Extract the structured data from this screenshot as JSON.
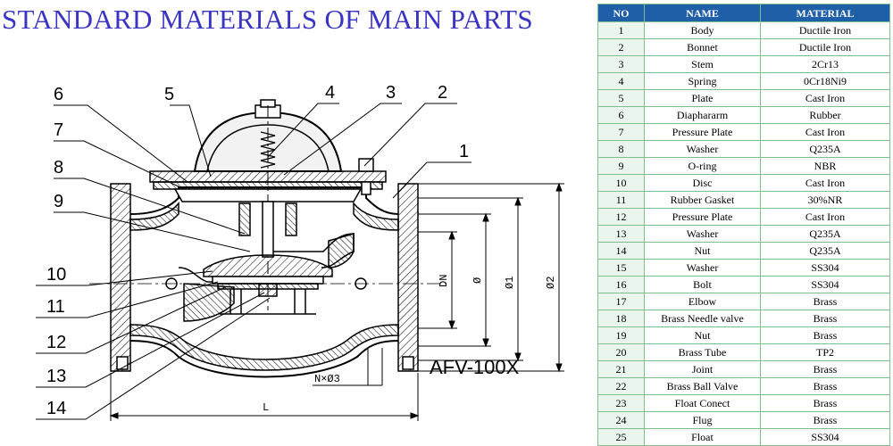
{
  "page": {
    "title": "STANDARD MATERIALS OF MAIN PARTS",
    "model": "AFV-100X",
    "title_color": "#3a34c4",
    "header_color": "#1f5fa8"
  },
  "drawing": {
    "callouts": [
      "1",
      "2",
      "3",
      "4",
      "5",
      "6",
      "7",
      "8",
      "9",
      "10",
      "11",
      "12",
      "13",
      "14"
    ],
    "dimensions": {
      "length": "L",
      "nominal": "DN",
      "phi": "Ø",
      "phi1": "Ø1",
      "phi2": "Ø2",
      "bolt_holes": "N×Ø3"
    }
  },
  "table": {
    "headers": [
      "NO",
      "NAME",
      "MATERIAL"
    ],
    "rows": [
      [
        "1",
        "Body",
        "Ductile Iron"
      ],
      [
        "2",
        "Bonnet",
        "Ductile Iron"
      ],
      [
        "3",
        "Stem",
        "2Cr13"
      ],
      [
        "4",
        "Spring",
        "0Cr18Ni9"
      ],
      [
        "5",
        "Plate",
        "Cast Iron"
      ],
      [
        "6",
        "Diaphararm",
        "Rubber"
      ],
      [
        "7",
        "Pressure Plate",
        "Cast Iron"
      ],
      [
        "8",
        "Washer",
        "Q235A"
      ],
      [
        "9",
        "O-ring",
        "NBR"
      ],
      [
        "10",
        "Disc",
        "Cast Iron"
      ],
      [
        "11",
        "Rubber Gasket",
        "30%NR"
      ],
      [
        "12",
        "Pressure Plate",
        "Cast Iron"
      ],
      [
        "13",
        "Washer",
        "Q235A"
      ],
      [
        "14",
        "Nut",
        "Q235A"
      ],
      [
        "15",
        "Washer",
        "SS304"
      ],
      [
        "16",
        "Bolt",
        "SS304"
      ],
      [
        "17",
        "Elbow",
        "Brass"
      ],
      [
        "18",
        "Brass Needle valve",
        "Brass"
      ],
      [
        "19",
        "Nut",
        "Brass"
      ],
      [
        "20",
        "Brass Tube",
        "TP2"
      ],
      [
        "21",
        "Joint",
        "Brass"
      ],
      [
        "22",
        "Brass Ball Valve",
        "Brass"
      ],
      [
        "23",
        "Float Conect",
        "Brass"
      ],
      [
        "24",
        "Flug",
        "Brass"
      ],
      [
        "25",
        "Float",
        "SS304"
      ]
    ]
  }
}
